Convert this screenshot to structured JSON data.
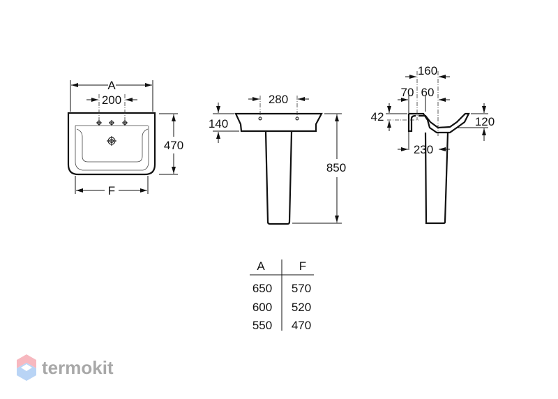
{
  "front_view": {
    "width_label": "A",
    "tap_spacing": "200",
    "height": "470",
    "bottom_width_label": "F"
  },
  "pedestal_view": {
    "tap_spacing": "280",
    "basin_depth": "140",
    "total_height": "850"
  },
  "side_view": {
    "overall": "160",
    "rear": "70",
    "tap_offset": "60",
    "rim": "42",
    "bowl_depth": "120",
    "projection": "230"
  },
  "size_table": {
    "headers": [
      "A",
      "F"
    ],
    "rows": [
      [
        "650",
        "570"
      ],
      [
        "600",
        "520"
      ],
      [
        "550",
        "470"
      ]
    ]
  },
  "watermark": {
    "text": "termokit",
    "colors": {
      "top": "#f7b8bf",
      "bottom": "#b9d4f5"
    }
  }
}
